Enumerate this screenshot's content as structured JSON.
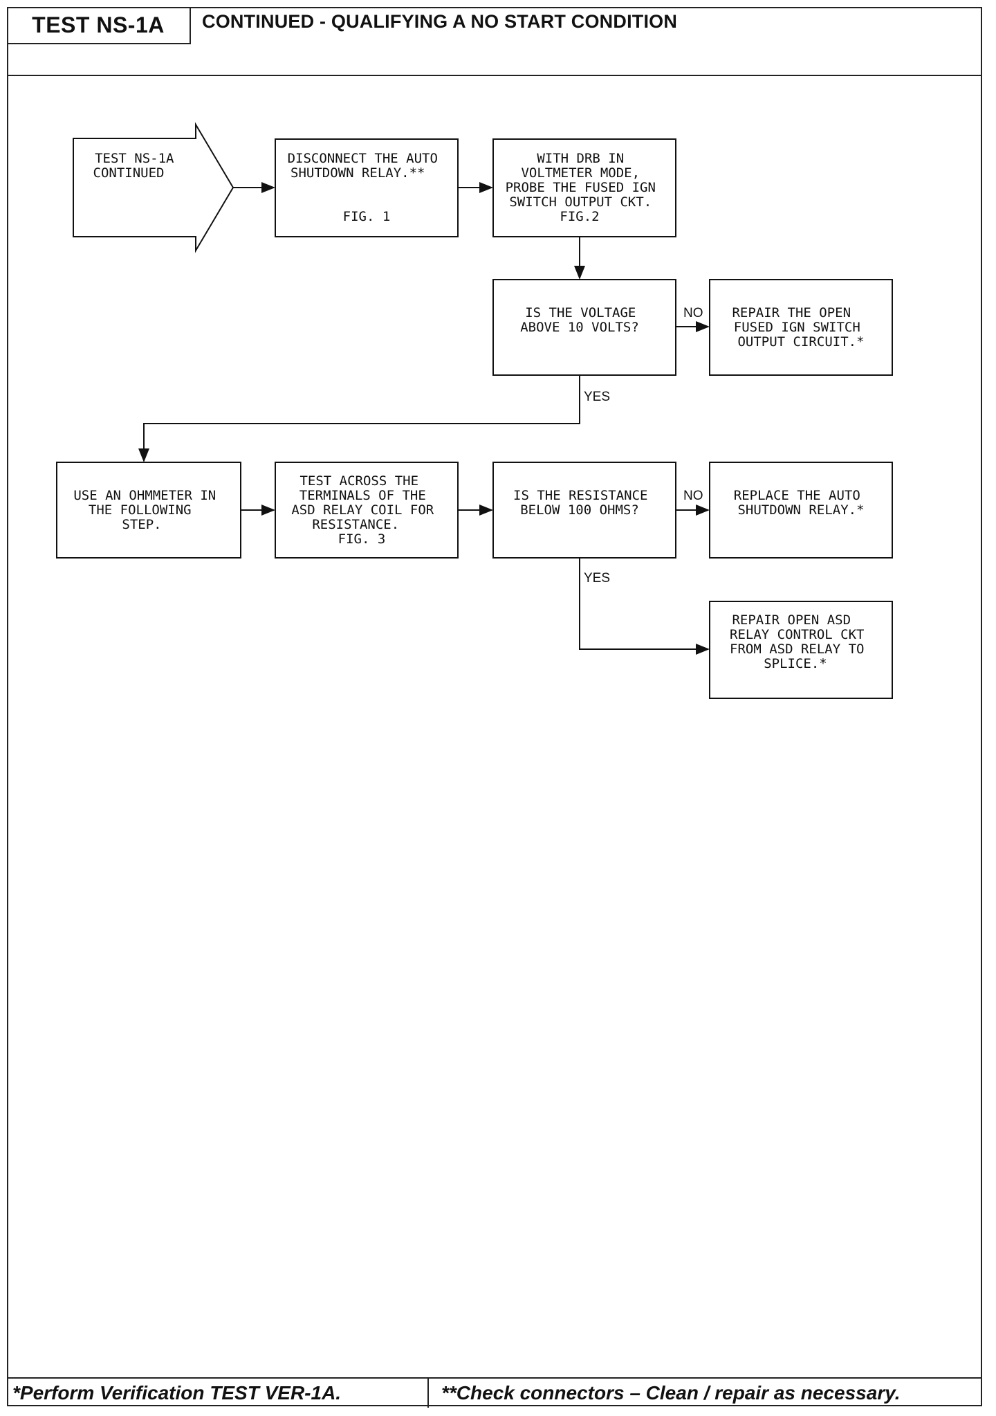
{
  "header": {
    "test_id": "TEST NS-1A",
    "title": "CONTINUED - QUALIFYING A NO START CONDITION"
  },
  "flowchart": {
    "start": [
      "TEST NS-1A",
      "CONTINUED"
    ],
    "step_disconnect": [
      "DISCONNECT THE AUTO",
      "SHUTDOWN RELAY.**",
      "",
      "FIG. 1"
    ],
    "step_probe": [
      "WITH DRB IN",
      "VOLTMETER MODE,",
      "PROBE THE FUSED IGN",
      "SWITCH OUTPUT CKT.",
      "FIG.2"
    ],
    "decision_voltage": [
      "IS THE VOLTAGE",
      "ABOVE 10 VOLTS?"
    ],
    "repair_ign": [
      "REPAIR THE OPEN",
      "FUSED IGN SWITCH",
      "OUTPUT CIRCUIT.*"
    ],
    "step_ohmmeter": [
      "USE AN OHMMETER IN",
      "THE FOLLOWING",
      "STEP."
    ],
    "step_test_coil": [
      "TEST ACROSS THE",
      "TERMINALS OF THE",
      "ASD RELAY COIL FOR",
      "RESISTANCE.",
      "FIG. 3"
    ],
    "decision_resistance": [
      "IS THE RESISTANCE",
      "BELOW 100 OHMS?"
    ],
    "replace_relay": [
      "REPLACE THE AUTO",
      "SHUTDOWN RELAY.*"
    ],
    "repair_asd": [
      "REPAIR OPEN ASD",
      "RELAY CONTROL CKT",
      "FROM ASD RELAY TO",
      "SPLICE.*"
    ],
    "label_no": "NO",
    "label_yes": "YES"
  },
  "footer": {
    "left": "*Perform Verification TEST VER-1A.",
    "right": "**Check connectors – Clean / repair as necessary."
  }
}
